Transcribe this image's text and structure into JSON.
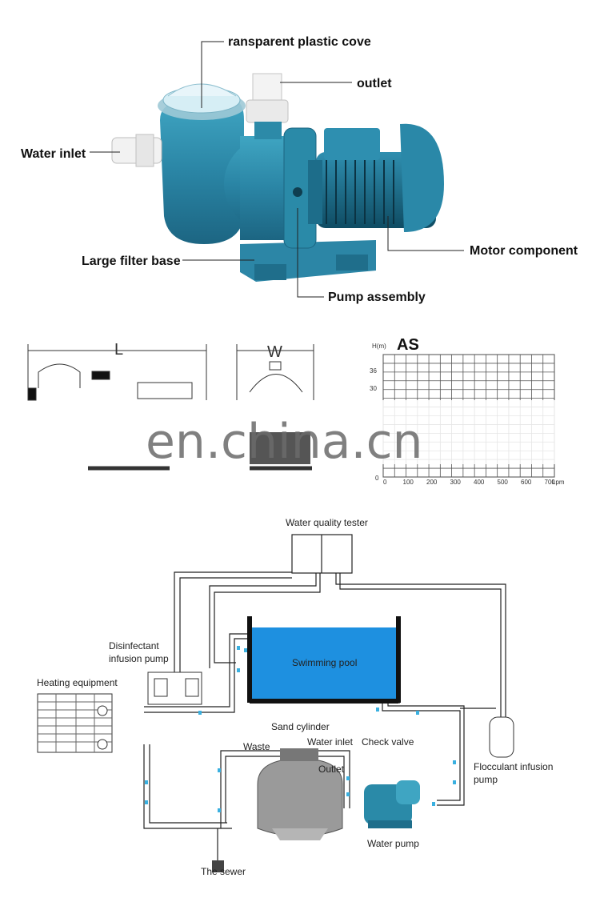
{
  "product": {
    "labels": {
      "cover": "ransparent plastic cove",
      "outlet": "outlet",
      "inlet": "Water inlet",
      "motor": "Motor component",
      "base": "Large filter base",
      "pump": "Pump assembly"
    }
  },
  "dimensions": {
    "length_label": "L",
    "width_label": "W"
  },
  "curve": {
    "axis_label": "H(m)",
    "model": "AS",
    "yticks": [
      "36",
      "30",
      "0"
    ],
    "xticks": [
      "0",
      "100",
      "200",
      "300",
      "400",
      "500",
      "600",
      "700"
    ],
    "xunit": "Lpm"
  },
  "watermark": "en.china.cn",
  "system": {
    "tester": "Water quality tester",
    "disinfectant": [
      "Disinfectant",
      "infusion pump"
    ],
    "heating": "Heating equipment",
    "pool": "Swimming pool",
    "sand": "Sand cylinder",
    "waste": "Waste",
    "water_inlet": "Water inlet",
    "check_valve": "Check valve",
    "outlet": "Outlet",
    "flocculant": [
      "Flocculant infusion",
      "pump"
    ],
    "water_pump": "Water pump",
    "sewer": "The sewer"
  },
  "colors": {
    "pump_body": "#2a8aa8",
    "pool_water": "#1e90e0",
    "pipe_arrow": "#3ab0e0"
  }
}
